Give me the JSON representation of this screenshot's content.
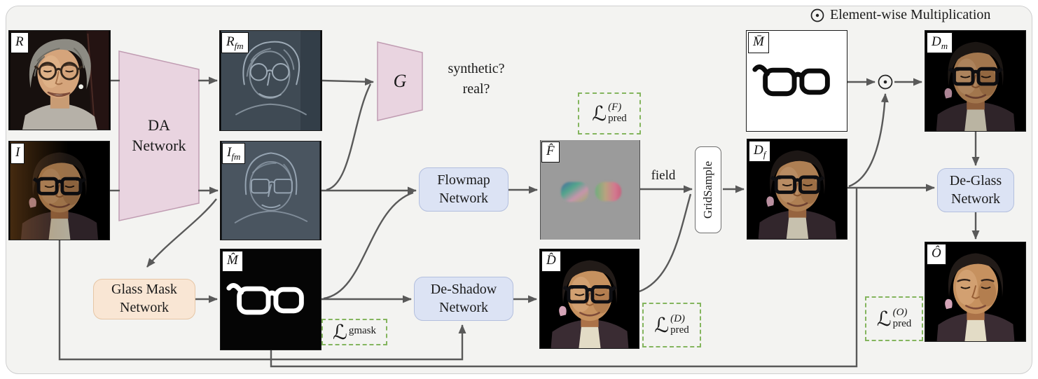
{
  "legend": {
    "label": "Element-wise Multiplication"
  },
  "question": {
    "line1": "synthetic?",
    "line2": "real?"
  },
  "edge_labels": {
    "field": "field"
  },
  "nodes": {
    "da": {
      "label": "DA Network"
    },
    "g": {
      "label": "G"
    },
    "glass_mask": {
      "label": "Glass Mask Network"
    },
    "flowmap": {
      "label": "Flowmap Network"
    },
    "de_shadow": {
      "label": "De-Shadow Network"
    },
    "grid_sample": {
      "label": "GridSample"
    },
    "de_glass": {
      "label": "De-Glass Network"
    }
  },
  "figures": {
    "r": {
      "base": "R",
      "sub": ""
    },
    "r_fm": {
      "base": "R",
      "sub": "fm"
    },
    "i": {
      "base": "I",
      "sub": ""
    },
    "i_fm": {
      "base": "I",
      "sub": "fm"
    },
    "m_hat": {
      "base": "M̂",
      "sub": ""
    },
    "f_hat": {
      "base": "F̂",
      "sub": ""
    },
    "d_hat": {
      "base": "D̂",
      "sub": ""
    },
    "d_f": {
      "base": "D",
      "sub": "f"
    },
    "m_bar": {
      "base": "M̄",
      "sub": ""
    },
    "d_m": {
      "base": "D",
      "sub": "m"
    },
    "o_hat": {
      "base": "Ô",
      "sub": ""
    }
  },
  "losses": {
    "flow": {
      "symbol": "ℒ",
      "sup": "(F)",
      "sub": "pred"
    },
    "gmask": {
      "symbol": "ℒ",
      "sup": "",
      "sub": "gmask"
    },
    "shadow": {
      "symbol": "ℒ",
      "sup": "(D)",
      "sub": "pred"
    },
    "output": {
      "symbol": "ℒ",
      "sup": "(O)",
      "sub": "pred"
    }
  },
  "colors": {
    "pink_fill": "#e9d4e0",
    "pink_border": "#c09cb2",
    "blue_fill": "#dce3f4",
    "peach_fill": "#f9e6d4",
    "loss_green": "#84b55e",
    "line": "#595959",
    "canvas": "#f3f3f1"
  }
}
